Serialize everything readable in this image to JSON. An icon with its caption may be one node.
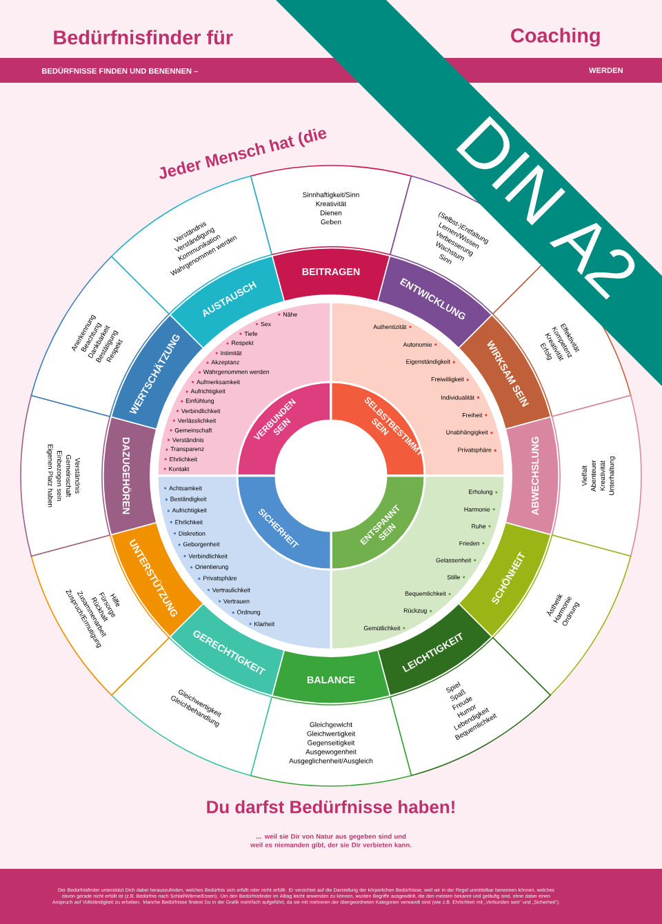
{
  "diagram": {
    "nodes": [
      {
        "text": [
          "BEITRAGEN",
          "Sinnhaftigkeit/Sinn",
          "Kreativität",
          "Dienen",
          "Geben"
        ]
      },
      {
        "text": [
          "ENTWICKLUNG",
          "(Selbst-)Entfaltung",
          "Lernen/Wissen",
          "Verbesserung",
          "Wachstum",
          "Sinn"
        ]
      },
      {
        "text": [
          "WIRKSAM SEIN",
          "Effektivität",
          "Kompetenz",
          "Kreativität",
          "Erfolg"
        ]
      },
      {
        "text": [
          "ABWECHSLUNG",
          "Vielfalt",
          "Abenteuer",
          "Kreativität",
          "Unterhaltung"
        ]
      },
      {
        "text": [
          "SCHÖNHEIT",
          "Ästhetik",
          "Harmonie",
          "Ordnung"
        ]
      },
      {
        "text": [
          "LEICHTIGKEIT",
          "Spiel",
          "Spaß",
          "Freude",
          "Humor",
          "Lebendigkeit",
          "Bequemlichkeit"
        ]
      },
      {
        "text": [
          "BALANCE",
          "Gleichgewicht",
          "Gleichwertigkeit",
          "Gegenseitigkeit",
          "Ausgewogenheit",
          "Ausgeglichenheit/Ausgleich"
        ]
      },
      {
        "text": [
          "GERECHTIGKEIT",
          "Gleichwertigkeit",
          "Gleichbehandlung"
        ]
      },
      {
        "text": [
          "UNTERSTÜTZUNG",
          "Hilfe",
          "Fürsorge",
          "Rückhalt",
          "Zusammenarbeit",
          "Zuspruch/Ermutigung"
        ]
      },
      {
        "text": [
          "DAZUGEHÖREN",
          "Verständnis",
          "Gemeinschaft",
          "Einbezogen sein",
          "Eigenen Platz haben"
        ]
      },
      {
        "text": [
          "WERTSCHÄTZUNG",
          "Anerkennung",
          "Beachtung",
          "Dankbarkeit",
          "Bestätigung",
          "Respekt"
        ]
      },
      {
        "text": [
          "AUSTAUSCH",
          "Verständnis",
          "Verständigung",
          "Kommunikation",
          "Wahrgenommen werden"
        ]
      },
      {
        "text": [
          "VERBUNDEN SEIN",
          "Nähe",
          "Sex",
          "Tiefe",
          "Respekt",
          "Intimität",
          "Akzeptanz",
          "Wahrgenommen werden",
          "Aufmerksamkeit",
          "Aufrichtigkeit",
          "Einfühlung",
          "Verbindlichkeit",
          "Verlässlichkeit",
          "Gemeinschaft",
          "Verständnis",
          "Transparenz",
          "Ehrlichkeit",
          "Kontakt"
        ]
      },
      {
        "text": [
          "SELBSTBESTIMMT SEIN",
          "Authentizität",
          "Autonomie",
          "Eigenständigkeit",
          "Freiwilligkeit",
          "Individualität",
          "Freiheit",
          "Unabhängigkeit",
          "Privatsphäre"
        ]
      },
      {
        "text": [
          "ENTSPANNT SEIN",
          "Erholung",
          "Harmonie",
          "Ruhe",
          "Frieden",
          "Gelassenheit",
          "Stille",
          "Bequemlichkeit",
          "Rückzug",
          "Gemütlichkeit"
        ]
      },
      {
        "text": [
          "SICHERHEIT",
          "Achtsamkeit",
          "Beständigkeit",
          "Aufrichtigkeit",
          "Ehrlichkeit",
          "Diskretion",
          "Geborgenheit",
          "Verbindlichkeit",
          "Orientierung",
          "Privatsphäre",
          "Vertraulichkeit",
          "Vertrauen",
          "Ordnung",
          "Klarheit"
        ]
      }
    ],
    "labels": [
      "Bedürfnisfinder für",
      "Coaching",
      "BEDÜRFNISSE FINDEN UND BENENNEN –",
      "WERDEN",
      "DIN A2",
      "Jeder Mensch hat (die",
      "Du darfst Bedürfnisse haben!",
      "... weil sie Dir von Natur aus gegeben sind und weil es niemanden gibt, der sie Dir verbieten kann.",
      "Der Bedürfnisfinder unterstützt Dich dabei herauszufinden, welches Bedürfnis sich erfüllt oder nicht erfüllt. Er verzichtet auf die Darstellung der körperlichen Bedürfnisse, weil wir in der Regel unmittelbar benennen können, welches davon gerade nicht erfüllt ist (z.B. Bedürfnis nach Schlaf/Wärme/Essen). Um den Bedürfnisfinder im Alltag leicht anwenden zu können, wurden Begriffe ausgewählt, die den meisten bekannt und geläufig sind, ohne dabei einen Anspruch auf Vollständigkeit zu erheben. Manche Bedürfnisse findest Du in der Grafik mehrfach aufgeführt, da sie mit mehreren der übergeordneten Kategorien verwandt sind (wie z.B. Ehrlichkeit mit „Verbunden sein“ und „Sicherheit“)."
    ]
  }
}
